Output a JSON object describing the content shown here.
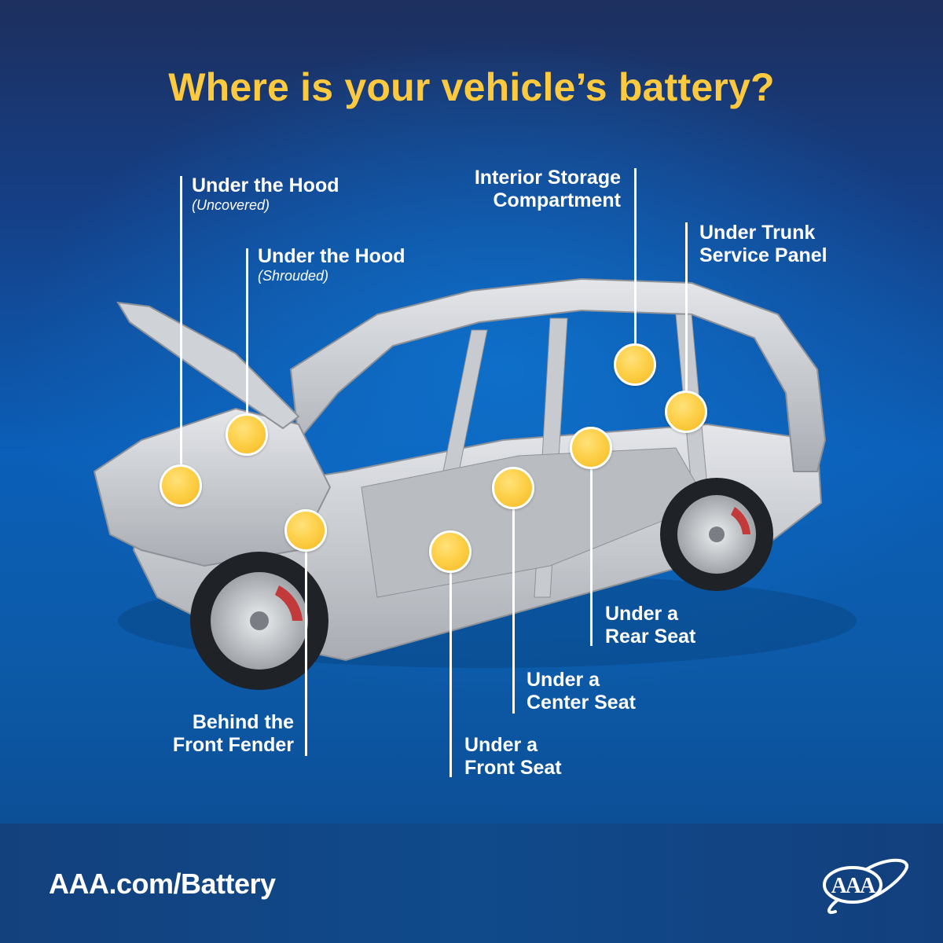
{
  "title": "Where is your vehicle’s battery?",
  "colors": {
    "title_yellow": "#fdca3f",
    "marker_yellow": "#fdd04a",
    "background_top": "#1d2f5e",
    "background_mid": "#0b5fb8",
    "footer_bg": "#104a8b",
    "text_white": "#ffffff"
  },
  "labels": {
    "hood_uncovered": {
      "line1": "Under the Hood",
      "sub": "(Uncovered)"
    },
    "hood_shrouded": {
      "line1": "Under the Hood",
      "sub": "(Shrouded)"
    },
    "interior_storage": {
      "line1": "Interior Storage",
      "line2": "Compartment"
    },
    "trunk_panel": {
      "line1": "Under Trunk",
      "line2": "Service Panel"
    },
    "front_fender": {
      "line1": "Behind the",
      "line2": "Front Fender"
    },
    "front_seat": {
      "line1": "Under a",
      "line2": "Front Seat"
    },
    "center_seat": {
      "line1": "Under a",
      "line2": "Center Seat"
    },
    "rear_seat": {
      "line1": "Under a",
      "line2": "Rear Seat"
    }
  },
  "image": {
    "subject": "vehicle body-in-white car frame with opened hood",
    "icon": "car-frame-illustration"
  },
  "footer": {
    "url": "AAA.com/Battery",
    "logo": "AAA"
  }
}
